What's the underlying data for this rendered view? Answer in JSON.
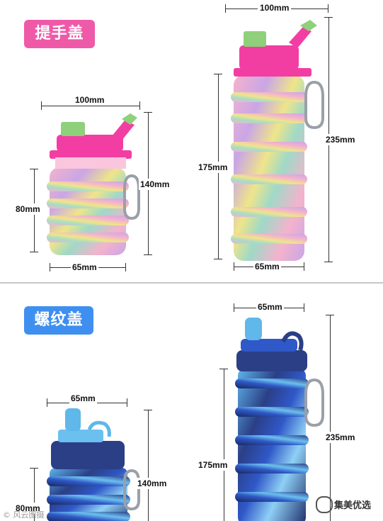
{
  "section_top": {
    "label": "提手盖",
    "label_color": "#ee5aa8",
    "small": {
      "width": "100mm",
      "height_total": "140mm",
      "height_body": "80mm",
      "diameter": "65mm"
    },
    "large": {
      "width": "100mm",
      "height_total": "235mm",
      "height_body": "175mm",
      "diameter": "65mm"
    }
  },
  "section_bottom": {
    "label": "螺纹盖",
    "label_color": "#3f8ff0",
    "small": {
      "width": "65mm",
      "height_total": "140mm",
      "height_body": "80mm"
    },
    "large": {
      "width": "65mm",
      "height_total": "235mm",
      "height_body": "175mm"
    }
  },
  "watermark_left": "© 风云图摄",
  "watermark_right": "集美优选",
  "colors": {
    "pink_cap": "#f23ea3",
    "green_lid": "#8fd07a",
    "rainbow_pink": "#f4b3cc",
    "rainbow_purple": "#c9a6e6",
    "rainbow_yellow": "#efe58a",
    "navy": "#2b3f86",
    "sky": "#5fb7ea",
    "royal": "#2f58c8"
  }
}
